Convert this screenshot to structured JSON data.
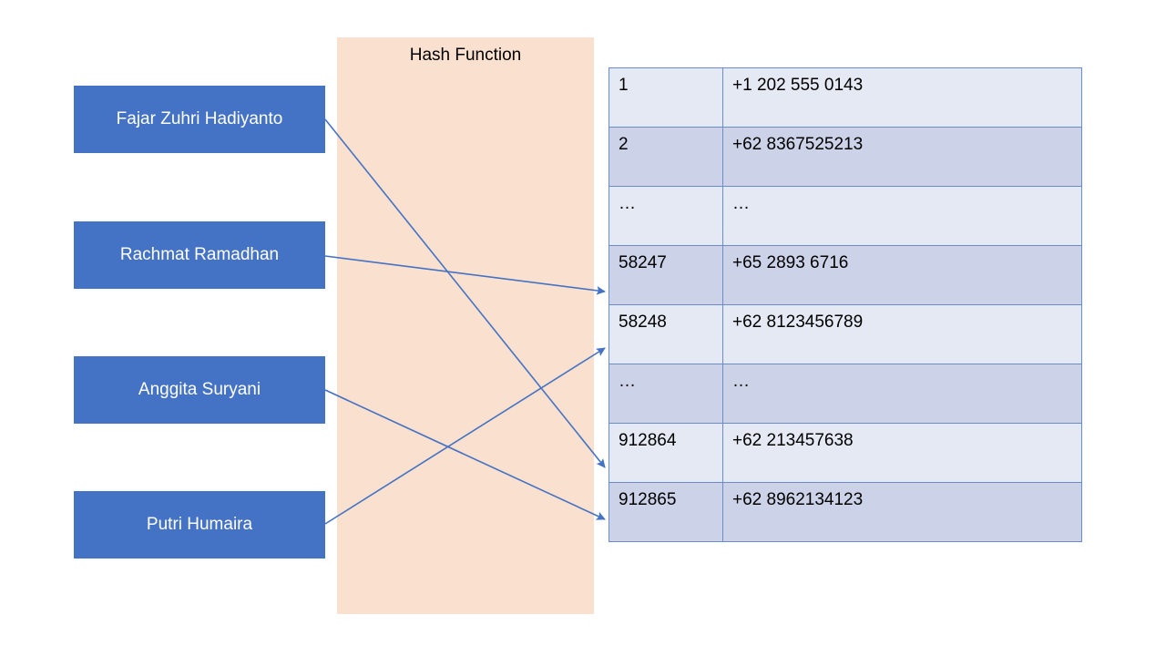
{
  "diagram": {
    "title": "Hash Function",
    "hash_band_label": "Hash Function",
    "accent_blue": "#4472C4",
    "band_color": "#FAE0CE",
    "row_light_color": "#E4E9F4",
    "row_dark_color": "#CCD2E8",
    "arrow_color": "#4472C4",
    "inputs": [
      {
        "label": "Fajar Zuhri Hadiyanto"
      },
      {
        "label": "Rachmat Ramadhan"
      },
      {
        "label": "Anggita Suryani"
      },
      {
        "label": "Putri Humaira"
      }
    ],
    "table": {
      "rows": [
        {
          "key": "1",
          "value": "+1 202 555 0143"
        },
        {
          "key": "2",
          "value": "+62 8367525213"
        },
        {
          "key": "…",
          "value": "…"
        },
        {
          "key": "58247",
          "value": "+65 2893 6716"
        },
        {
          "key": "58248",
          "value": "+62 8123456789"
        },
        {
          "key": "…",
          "value": "…"
        },
        {
          "key": "912864",
          "value": "+62 213457638"
        },
        {
          "key": "912865",
          "value": "+62 8962134123"
        }
      ]
    },
    "mappings": [
      {
        "from": "Fajar Zuhri Hadiyanto",
        "to": "912864"
      },
      {
        "from": "Rachmat Ramadhan",
        "to": "58247"
      },
      {
        "from": "Anggita Suryani",
        "to": "912865"
      },
      {
        "from": "Putri Humaira",
        "to": "58248"
      }
    ]
  }
}
